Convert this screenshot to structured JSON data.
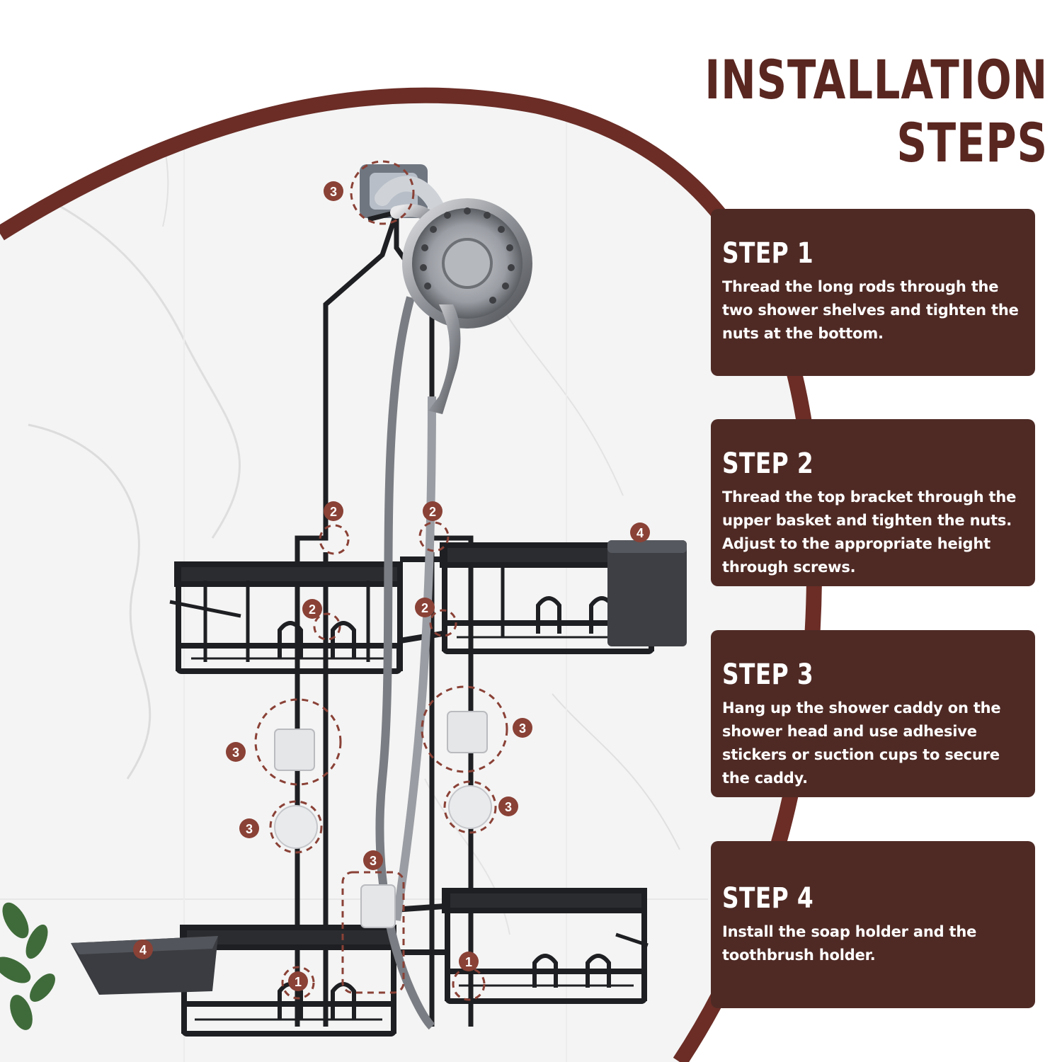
{
  "page_title": "INSTALLATION STEPS",
  "colors": {
    "brand_dark": "#4f2a25",
    "title": "#5a2620",
    "badge": "#8a4136",
    "arc": "#6b2d26"
  },
  "steps": [
    {
      "title": "STEP 1",
      "text": "Thread the long rods through the two shower shelves and tighten the nuts at the bottom."
    },
    {
      "title": "STEP 2",
      "text": "Thread the top bracket through the upper basket and tighten the nuts. Adjust to the appropriate height through screws."
    },
    {
      "title": "STEP 3",
      "text": "Hang up the shower caddy on the shower head and use adhesive stickers or suction cups to secure the caddy."
    },
    {
      "title": "STEP 4",
      "text": "Install the soap holder and the toothbrush holder."
    }
  ],
  "callouts": {
    "hook": "3",
    "rod_upper_left": "2",
    "rod_upper_right": "2",
    "basket_left": "2",
    "basket_right": "2",
    "toothbrush_holder": "4",
    "adhesive_left": "3",
    "adhesive_right": "3",
    "suction_left": "3",
    "suction_right": "3",
    "hose_hook": "3",
    "soap_holder": "4",
    "nut_left": "1",
    "nut_right": "1"
  }
}
